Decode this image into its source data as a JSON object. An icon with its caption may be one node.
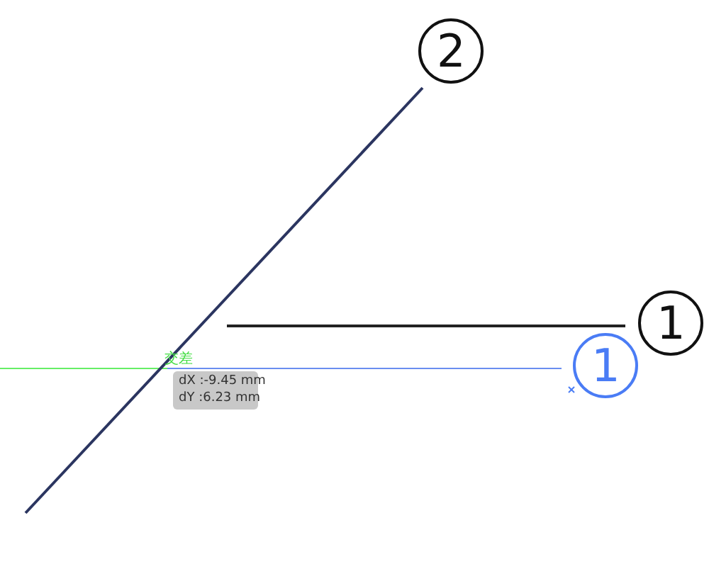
{
  "diagram": {
    "labels": [
      "2",
      "1",
      "1",
      "交差",
      "dX :-9.45 mm",
      "dY :6.23 mm"
    ]
  }
}
